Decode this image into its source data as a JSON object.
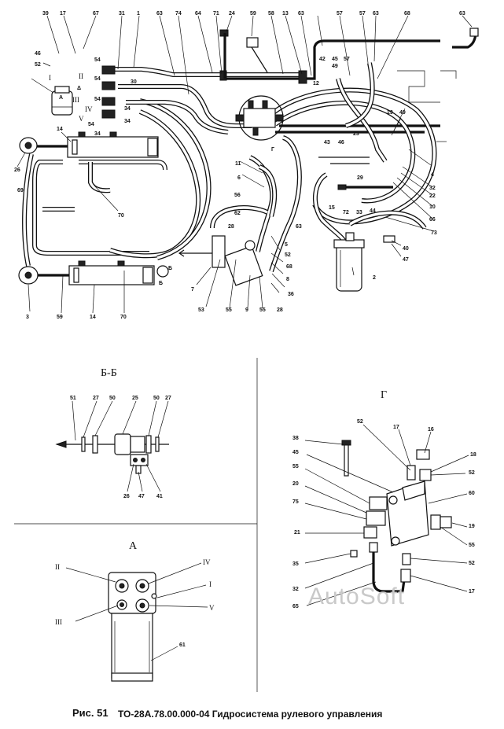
{
  "caption": {
    "figure": "Рис. 51",
    "title": "ТО-28А.78.00.000-04 Гидросистема рулевого управления"
  },
  "watermark": "AutoSoft",
  "sections": {
    "bb": "Б-Б",
    "a": "А",
    "g": "Г"
  },
  "main_callouts": {
    "c39": "39",
    "c17": "17",
    "c67": "67",
    "c31": "31",
    "c1": "1",
    "c63a": "63",
    "c74": "74",
    "c64": "64",
    "c71": "71",
    "c24": "24",
    "c59a": "59",
    "c58": "58",
    "c13": "13",
    "c63b": "63",
    "c57a": "57",
    "c57b": "57",
    "c63c": "63",
    "c68": "68",
    "c63d": "63",
    "c46": "46",
    "c52a": "52",
    "c54a": "54",
    "c54b": "54",
    "c30": "30",
    "c54c": "54",
    "c34a": "34",
    "c54d": "54",
    "c34b": "34",
    "c34c": "34",
    "c42": "42",
    "c45": "45",
    "c57c": "57",
    "c12": "12",
    "c49a": "49",
    "c29a": "29",
    "c49b": "49",
    "c14a": "14",
    "c26": "26",
    "c11": "11",
    "c6": "6",
    "c43": "43",
    "c46b": "46",
    "c23": "23",
    "c69": "69",
    "c4": "4",
    "c70a": "70",
    "c29b": "29",
    "c32": "32",
    "c22": "22",
    "c10": "10",
    "c66": "66",
    "c56": "56",
    "c62": "62",
    "c15": "15",
    "c72": "72",
    "c33": "33",
    "c44": "44",
    "c73": "73",
    "c63e": "63",
    "c5": "5",
    "c28a": "28",
    "c52b": "52",
    "c40": "40",
    "c47": "47",
    "c68b": "68",
    "c8": "8",
    "c2": "2",
    "c7": "7",
    "c36": "36",
    "c3": "3",
    "c59b": "59",
    "c14b": "14",
    "c70b": "70",
    "c53": "53",
    "c55a": "55",
    "c9": "9",
    "c55b": "55",
    "c28b": "28",
    "cB": "Б",
    "cG": "Г",
    "cA": "А",
    "cDelta": "Δ"
  },
  "roman_labels": {
    "r1": "I",
    "r2": "II",
    "r3": "III",
    "r4": "IV",
    "r5": "V"
  },
  "bb_callouts": {
    "c51": "51",
    "c27a": "27",
    "c50a": "50",
    "c25": "25",
    "c50b": "50",
    "c27b": "27",
    "c26": "26",
    "c47": "47",
    "c41": "41"
  },
  "a_callouts": {
    "r2": "II",
    "r4": "IV",
    "r1": "I",
    "r3": "III",
    "r5": "V",
    "c61": "61"
  },
  "g_callouts": {
    "c52a": "52",
    "c17a": "17",
    "c16": "16",
    "c38": "38",
    "c45": "45",
    "c18": "18",
    "c55a": "55",
    "c52b": "52",
    "c20": "20",
    "c60": "60",
    "c75": "75",
    "c19": "19",
    "c21": "21",
    "c55b": "55",
    "c35": "35",
    "c52c": "52",
    "c32": "32",
    "c17b": "17",
    "c65": "65"
  }
}
